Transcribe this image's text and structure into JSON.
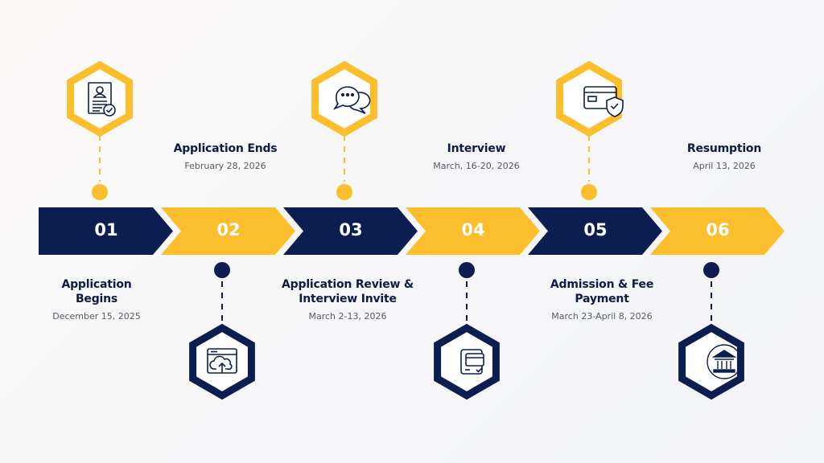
{
  "colors": {
    "navy": "#0b1e4f",
    "yellow": "#fbbf2d"
  },
  "steps": [
    {
      "number": "01",
      "title": "Application Begins",
      "date": "December 15, 2025",
      "icon": "resume-check-icon"
    },
    {
      "number": "02",
      "title": "Application Ends",
      "date": "February 28, 2026",
      "icon": "browser-cloud-upload-icon"
    },
    {
      "number": "03",
      "title": "Application Review & Interview Invite",
      "date": "March 2-13, 2026",
      "icon": "chat-bubbles-icon"
    },
    {
      "number": "04",
      "title": "Interview",
      "date": "March, 16-20, 2026",
      "icon": "card-check-icon"
    },
    {
      "number": "05",
      "title": "Admission & Fee Payment",
      "date": "March 23-April 8, 2026",
      "icon": "credit-card-shield-icon"
    },
    {
      "number": "06",
      "title": "Resumption",
      "date": "April 13, 2026",
      "icon": "bank-building-icon"
    }
  ]
}
